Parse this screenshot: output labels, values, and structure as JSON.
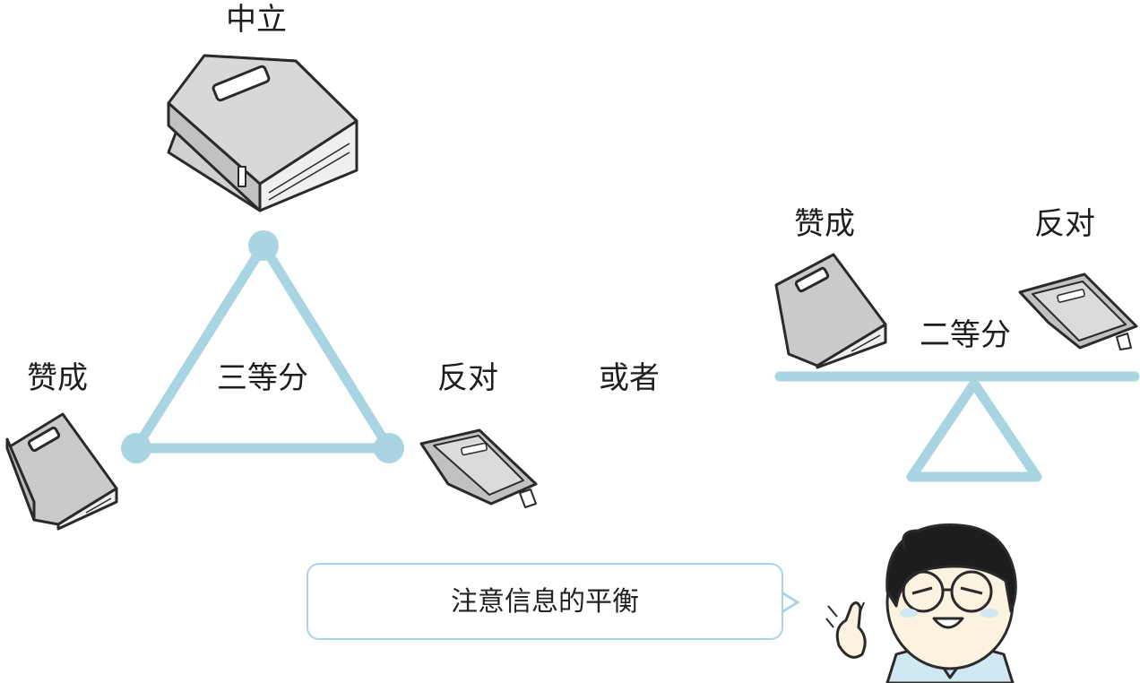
{
  "triangle": {
    "top_label": "中立",
    "left_label": "赞成",
    "right_label": "反对",
    "center_label": "三等分"
  },
  "connector": "或者",
  "seesaw": {
    "left_label": "赞成",
    "right_label": "反对",
    "center_label": "二等分"
  },
  "speech_bubble": {
    "text": "注意信息的平衡"
  },
  "colors": {
    "accent": "#a9d4e2",
    "book_cover": "#cfd1d2",
    "book_edge": "#efefef",
    "outline": "#2a2a2a",
    "skin": "#fbf3df",
    "hair": "#1d1d1d",
    "shirt": "#cfe8f3"
  }
}
